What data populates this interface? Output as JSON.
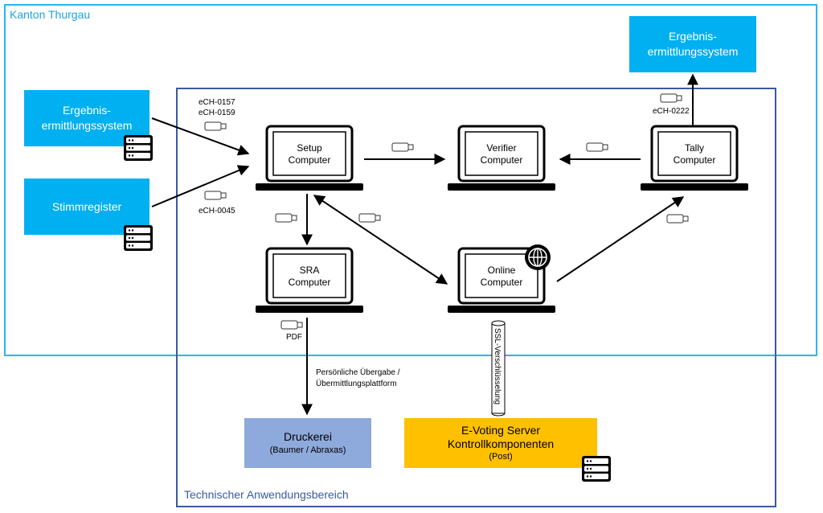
{
  "regions": {
    "canton": "Kanton Thurgau",
    "technical": "Technischer Anwendungsbereich"
  },
  "external_boxes": {
    "ergebnis_left": [
      "Ergebnis-",
      "ermittlungssystem"
    ],
    "stimmregister": "Stimmregister",
    "ergebnis_top": [
      "Ergebnis-",
      "ermittlungssystem"
    ],
    "druckerei": {
      "title": "Druckerei",
      "sub": "(Baumer / Abraxas)"
    },
    "evoting": {
      "line1": "E-Voting Server",
      "line2": "Kontrollkomponenten",
      "sub": "(Post)"
    }
  },
  "computers": {
    "setup": [
      "Setup",
      "Computer"
    ],
    "verifier": [
      "Verifier",
      "Computer"
    ],
    "tally": [
      "Tally",
      "Computer"
    ],
    "sra": [
      "SRA",
      "Computer"
    ],
    "online": [
      "Online",
      "Computer"
    ]
  },
  "labels": {
    "ech0157": "eCH-0157",
    "ech0159": "eCH-0159",
    "ech0045": "eCH-0045",
    "ech0222": "eCH-0222",
    "pdf": "PDF",
    "handover1": "Persönliche Übergabe /",
    "handover2": "Übermittlungsplattform",
    "ssl": "SSL-Verschlüsselung"
  },
  "colors": {
    "canton_border": "#29b6f0",
    "tech_border": "#3a5a9f",
    "cyan_box": "#00b0f0",
    "druckerei": "#8ea9db",
    "evoting": "#ffc000"
  },
  "icons": [
    "laptop-icon",
    "usb-stick-icon",
    "server-icon",
    "globe-icon",
    "arrow-icon"
  ]
}
